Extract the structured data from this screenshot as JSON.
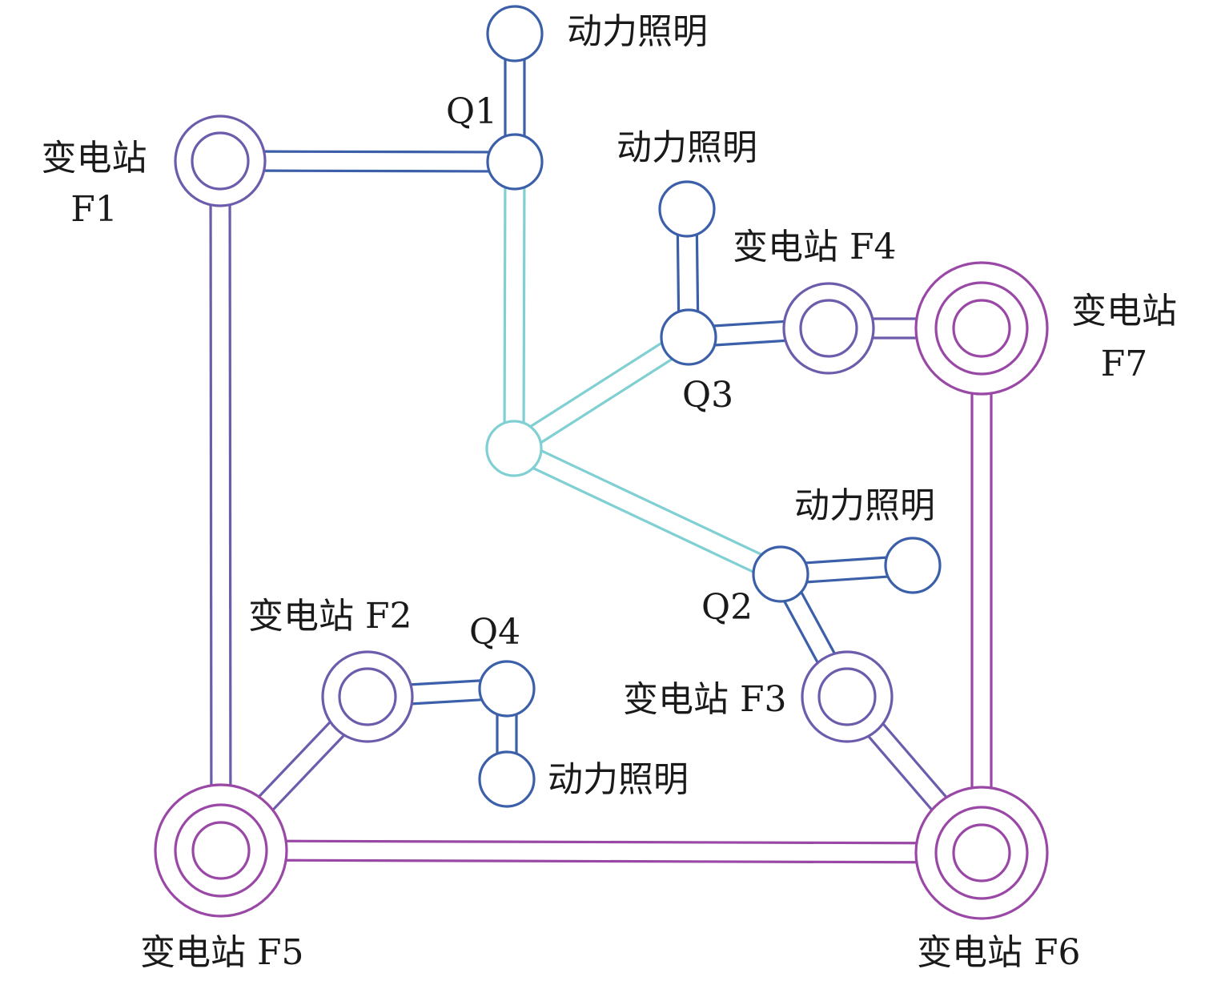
{
  "colors": {
    "blue": "#3c5fa9",
    "purple": "#6c5cab",
    "magenta": "#9a48a6",
    "cyan": "#80d0d3"
  },
  "nodes": [
    {
      "id": "L1",
      "type": "load",
      "color": "blue"
    },
    {
      "id": "Q1",
      "type": "switch",
      "color": "blue"
    },
    {
      "id": "F1",
      "type": "substation2",
      "color": "purple"
    },
    {
      "id": "L3",
      "type": "load",
      "color": "blue"
    },
    {
      "id": "Q3",
      "type": "switch",
      "color": "blue"
    },
    {
      "id": "F4",
      "type": "substation2",
      "color": "purple"
    },
    {
      "id": "F7",
      "type": "substation3",
      "color": "magenta"
    },
    {
      "id": "C",
      "type": "hub",
      "color": "cyan"
    },
    {
      "id": "Q2",
      "type": "switch",
      "color": "blue"
    },
    {
      "id": "L2",
      "type": "load",
      "color": "blue"
    },
    {
      "id": "F3",
      "type": "substation2",
      "color": "purple"
    },
    {
      "id": "F2",
      "type": "substation2",
      "color": "purple"
    },
    {
      "id": "Q4",
      "type": "switch",
      "color": "blue"
    },
    {
      "id": "L4",
      "type": "load",
      "color": "blue"
    },
    {
      "id": "F5",
      "type": "substation3",
      "color": "magenta"
    },
    {
      "id": "F6",
      "type": "substation3",
      "color": "magenta"
    }
  ],
  "edges": [
    {
      "from": "L1",
      "to": "Q1",
      "color": "blue"
    },
    {
      "from": "F1",
      "to": "Q1",
      "color": "blue"
    },
    {
      "from": "Q1",
      "to": "C",
      "color": "cyan"
    },
    {
      "from": "C",
      "to": "Q3",
      "color": "cyan"
    },
    {
      "from": "C",
      "to": "Q2",
      "color": "cyan"
    },
    {
      "from": "L3",
      "to": "Q3",
      "color": "blue"
    },
    {
      "from": "Q3",
      "to": "F4",
      "color": "blue"
    },
    {
      "from": "F4",
      "to": "F7",
      "color": "purple"
    },
    {
      "from": "Q2",
      "to": "L2",
      "color": "blue"
    },
    {
      "from": "Q2",
      "to": "F3",
      "color": "blue"
    },
    {
      "from": "F3",
      "to": "F6",
      "color": "purple"
    },
    {
      "from": "F7",
      "to": "F6",
      "color": "magenta"
    },
    {
      "from": "F1",
      "to": "F5",
      "color": "purple"
    },
    {
      "from": "F5",
      "to": "F6",
      "color": "magenta"
    },
    {
      "from": "F5",
      "to": "F2",
      "color": "purple"
    },
    {
      "from": "F2",
      "to": "Q4",
      "color": "blue"
    },
    {
      "from": "Q4",
      "to": "L4",
      "color": "blue"
    }
  ],
  "labels": {
    "load_top": "动力照明",
    "q1": "Q1",
    "f1_line1": "变电站",
    "f1_line2": "F1",
    "load_q3": "动力照明",
    "f4": "变电站 F4",
    "f7_line1": "变电站",
    "f7_line2": "F7",
    "q3": "Q3",
    "load_q2": "动力照明",
    "q2": "Q2",
    "f2": "变电站 F2",
    "q4": "Q4",
    "f3": "变电站 F3",
    "load_q4": "动力照明",
    "f5": "变电站 F5",
    "f6": "变电站 F6"
  }
}
